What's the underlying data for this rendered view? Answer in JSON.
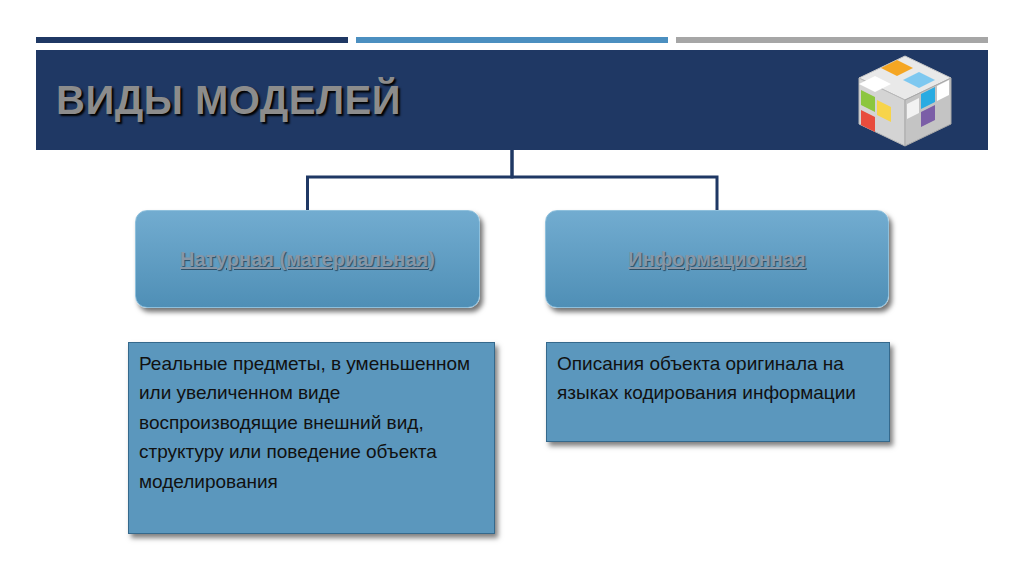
{
  "diagram": {
    "nodes": [
      {
        "text": [
          "ВИДЫ МОДЕЛЕЙ"
        ]
      },
      {
        "text": [
          "Натурная (материальная)"
        ]
      },
      {
        "text": [
          "Информационная"
        ]
      },
      {
        "text": [
          "Реальные предметы, в уменьшенном или увеличенном виде воспроизводящие внешний вид, структуру или поведение объекта моделирования"
        ]
      },
      {
        "text": [
          "Описания объекта оригинала на языках кодирования информации"
        ]
      }
    ],
    "edges": [
      {
        "from": 0,
        "to": 1,
        "arrow": "none"
      },
      {
        "from": 0,
        "to": 2,
        "arrow": "none"
      }
    ]
  }
}
